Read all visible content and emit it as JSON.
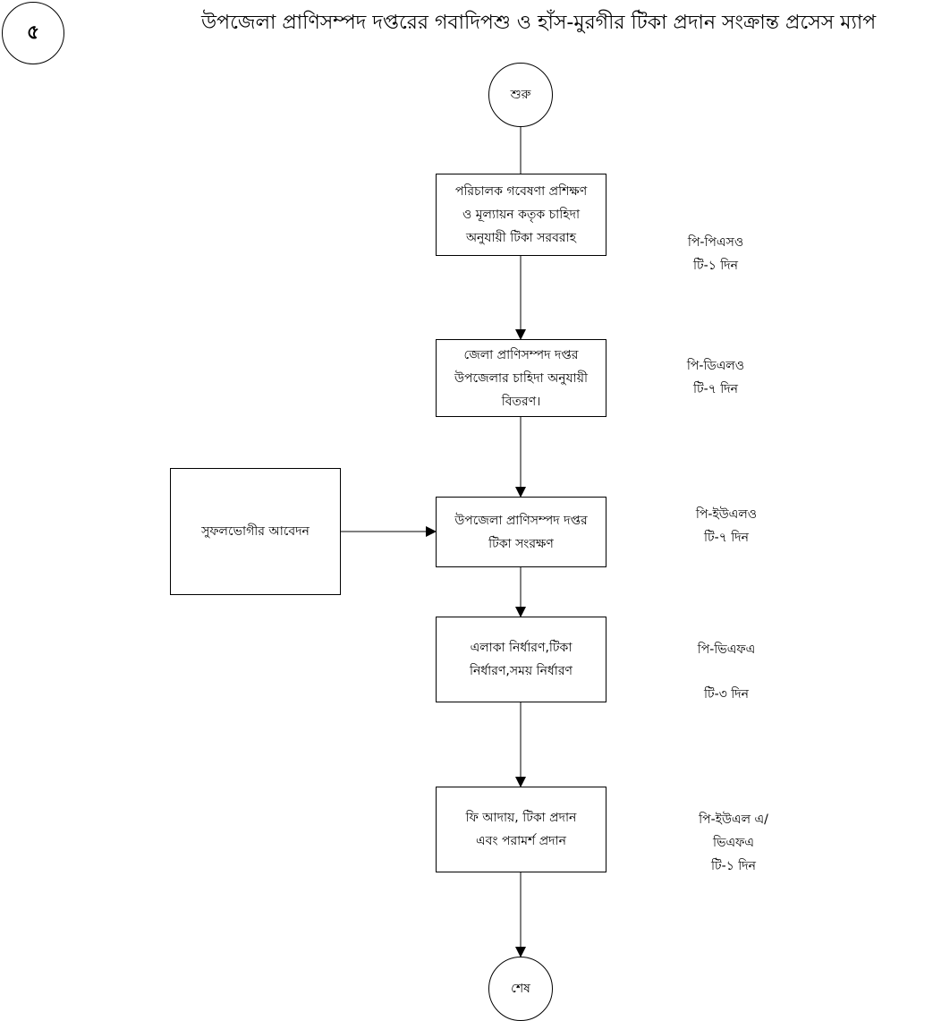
{
  "page_number": "৫",
  "title": "উপজেলা প্রাণিসম্পদ দপ্তরের গবাদিপশু ও হাঁস-মুরগীর টিকা প্রদান সংক্রান্ত  প্রসেস ম্যাপ",
  "start_label": "শুরু",
  "end_label": "শেষ",
  "steps": [
    {
      "lines": [
        "পরিচালক গবেষণা প্রশিক্ষণ",
        "ও মূল্যায়ন কতৃক চাহিদা",
        "অনুযায়ী টিকা সরবরাহ"
      ],
      "note": [
        "পি-পিএসও",
        "টি-১ দিন"
      ]
    },
    {
      "lines": [
        "জেলা প্রাণিসম্পদ দপ্তর",
        "উপজেলার চাহিদা অনুযায়ী",
        "বিতরণ।"
      ],
      "note": [
        "পি-ডিএলও",
        "টি-৭ দিন"
      ]
    },
    {
      "lines": [
        "উপজেলা প্রাণিসম্পদ দপ্তর",
        "টিকা সংরক্ষণ"
      ],
      "note": [
        "পি-ইউএলও",
        "টি-৭ দিন"
      ]
    },
    {
      "lines": [
        "এলাকা নির্ধারণ,টিকা",
        "নির্ধারণ,সময় নির্ধারণ"
      ],
      "note": [
        "পি-ভিএফএ",
        "",
        "টি-৩ দিন"
      ]
    },
    {
      "lines": [
        "ফি আদায়, টিকা  প্রদান",
        "এবং পরামর্শ প্রদান"
      ],
      "note": [
        "পি-ইউএল এ/",
        "ভিএফএ",
        "টি-১ দিন"
      ]
    }
  ],
  "side_input": "সুফলভোগীর আবেদন"
}
